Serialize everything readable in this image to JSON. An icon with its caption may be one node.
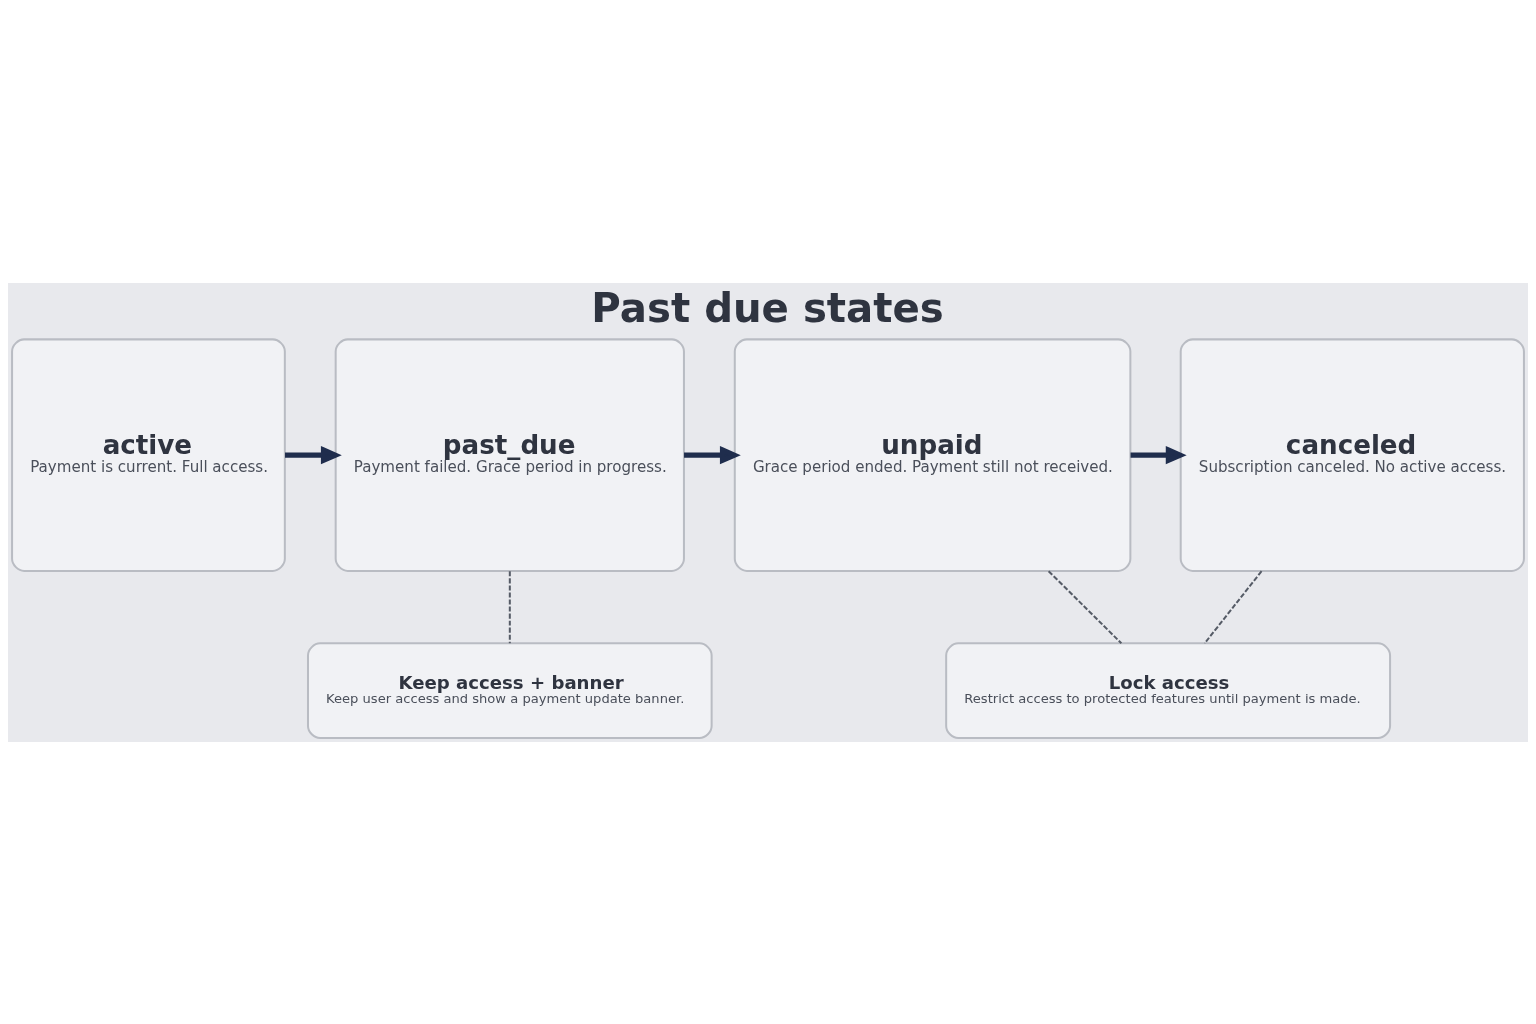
{
  "diagram": {
    "title": "Past due states",
    "nodes": [
      {
        "text": [
          "active",
          "Payment is current. Full access."
        ]
      },
      {
        "text": [
          "past_due",
          "Payment failed. Grace period in progress."
        ]
      },
      {
        "text": [
          "unpaid",
          "Grace period ended. Payment still not received."
        ]
      },
      {
        "text": [
          "canceled",
          "Subscription canceled. No active access."
        ]
      },
      {
        "text": [
          "Keep access + banner",
          "Keep user access and show a payment update banner."
        ]
      },
      {
        "text": [
          "Lock access",
          "Restrict access to protected features until payment is made."
        ]
      }
    ],
    "edges": [
      {
        "from": 0,
        "to": 1,
        "arrow": "to",
        "style": "thick"
      },
      {
        "from": 1,
        "to": 2,
        "arrow": "to",
        "style": "thick"
      },
      {
        "from": 2,
        "to": 3,
        "arrow": "to",
        "style": "thick"
      },
      {
        "from": 1,
        "to": 4,
        "arrow": "none",
        "style": "dashed",
        "color": "#555b66"
      },
      {
        "from": 2,
        "to": 5,
        "arrow": "none",
        "style": "dashed",
        "color": "#555b66"
      },
      {
        "from": 3,
        "to": 5,
        "arrow": "none",
        "style": "dashed",
        "color": "#555b66"
      }
    ]
  }
}
